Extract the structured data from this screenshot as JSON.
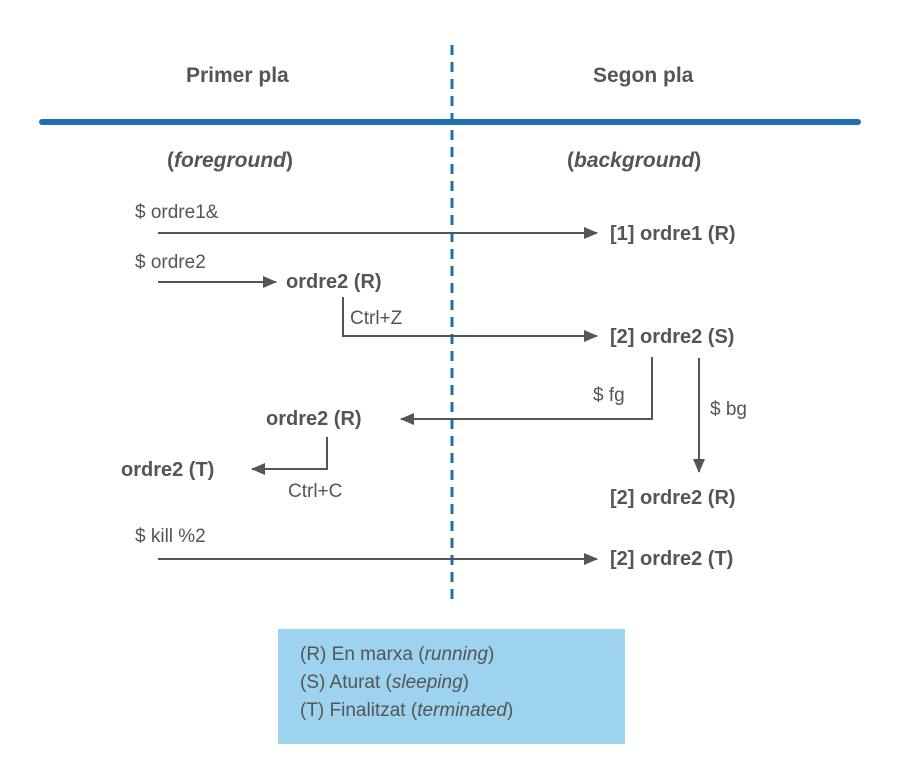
{
  "headers": {
    "foreground_title": "Primer pla",
    "background_title": "Segon pla",
    "foreground_subtitle": "foreground",
    "background_subtitle": "background"
  },
  "commands": {
    "cmd1": "$ ordre1&",
    "cmd2": "$ ordre2",
    "ctrl_z": "Ctrl+Z",
    "fg": "$ fg",
    "bg": "$ bg",
    "ctrl_c": "Ctrl+C",
    "kill": "$ kill %2"
  },
  "nodes": {
    "bg_ordre1_r": "[1] ordre1 (R)",
    "fg_ordre2_r1": "ordre2 (R)",
    "bg_ordre2_s": "[2] ordre2 (S)",
    "fg_ordre2_r2": "ordre2 (R)",
    "fg_ordre2_t": "ordre2 (T)",
    "bg_ordre2_r": "[2] ordre2 (R)",
    "bg_ordre2_t": "[2] ordre2 (T)"
  },
  "legend": {
    "r_prefix": "(R) En marxa (",
    "r_en": "running",
    "s_prefix": "(S) Aturat (",
    "s_en": "sleeping",
    "t_prefix": "(T) Finalitzat (",
    "t_en": "terminated",
    "close": ")"
  },
  "colors": {
    "accent_blue": "#1f6fb2",
    "legend_bg": "#9dd3ee",
    "text": "#555555"
  }
}
